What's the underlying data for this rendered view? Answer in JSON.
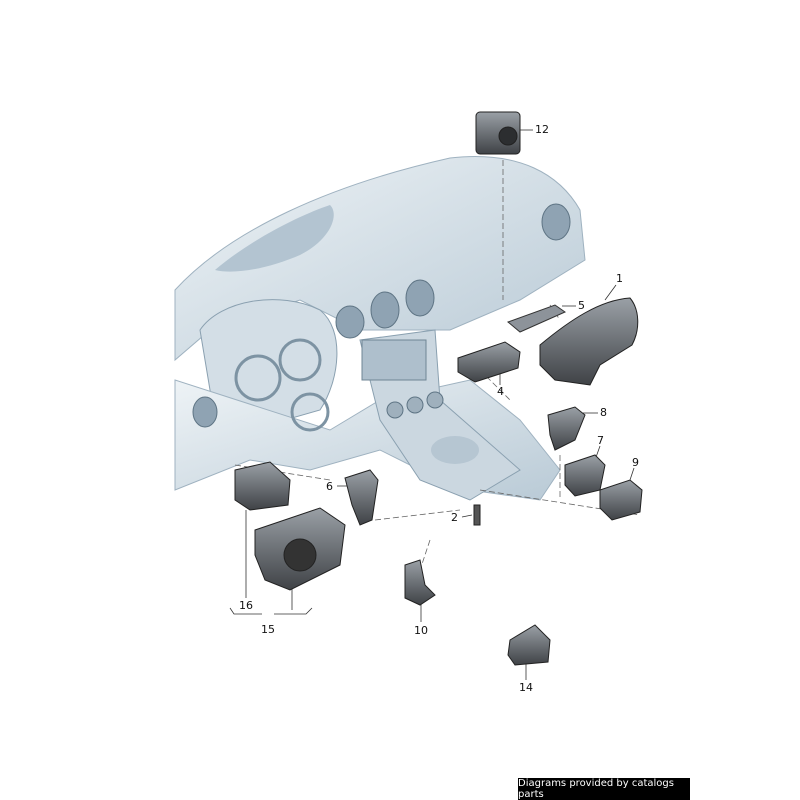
{
  "diagram": {
    "callouts": [
      "1",
      "2",
      "4",
      "5",
      "6",
      "7",
      "8",
      "9",
      "10",
      "12",
      "14",
      "15",
      "16"
    ],
    "colors": {
      "dashboard": "#dfe8ee",
      "dashboard_shade": "#b7c7d3",
      "part": "#55585c",
      "part_light": "#8a8e93",
      "leader": "#555"
    }
  },
  "footer": {
    "text": "Diagrams provided by catalogs parts"
  }
}
